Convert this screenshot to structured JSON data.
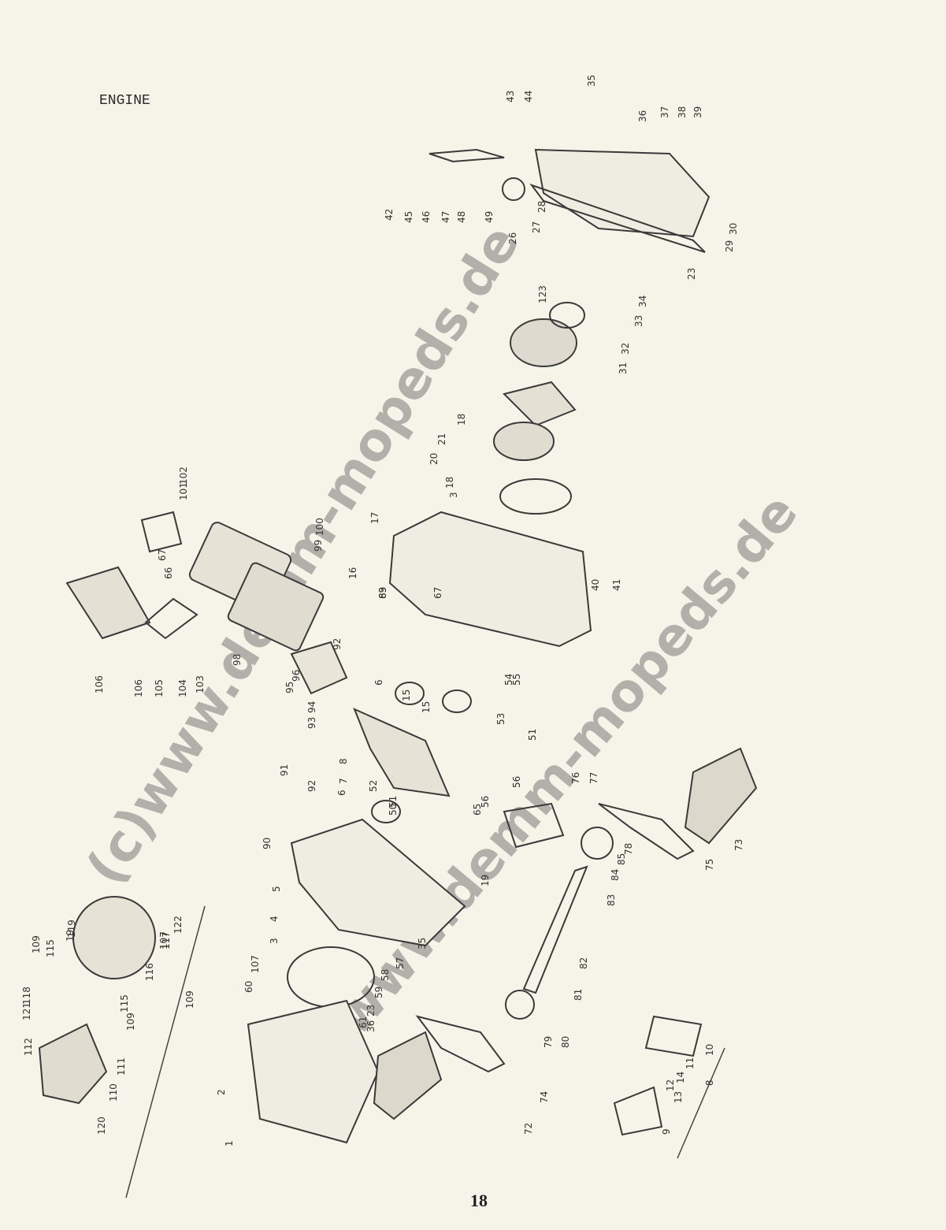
{
  "page": {
    "title": "ENGINE",
    "page_number": "18",
    "watermark": "(c)www.demm-mopeds.de"
  },
  "diagram": {
    "callouts": [
      "1",
      "2",
      "3",
      "3",
      "4",
      "5",
      "6",
      "6",
      "7",
      "8",
      "8",
      "9",
      "10",
      "11",
      "12",
      "13",
      "14",
      "15",
      "15",
      "16",
      "17",
      "18",
      "18",
      "19",
      "19",
      "20",
      "21",
      "23",
      "23",
      "26",
      "27",
      "28",
      "29",
      "30",
      "31",
      "32",
      "33",
      "34",
      "35",
      "35",
      "36",
      "36",
      "37",
      "38",
      "39",
      "40",
      "41",
      "42",
      "43",
      "44",
      "45",
      "46",
      "47",
      "48",
      "49",
      "50",
      "51",
      "51",
      "52",
      "53",
      "54",
      "55",
      "56",
      "56",
      "57",
      "58",
      "59",
      "60",
      "61",
      "63",
      "65",
      "66",
      "67",
      "67",
      "72",
      "73",
      "74",
      "75",
      "76",
      "77",
      "78",
      "79",
      "80",
      "81",
      "82",
      "83",
      "84",
      "85",
      "89",
      "90",
      "91",
      "92",
      "92",
      "93",
      "94",
      "95",
      "96",
      "98",
      "99",
      "100",
      "101",
      "102",
      "103",
      "104",
      "105",
      "106",
      "106",
      "107",
      "107",
      "109",
      "109",
      "109",
      "110",
      "111",
      "112",
      "115",
      "115",
      "116",
      "117",
      "118",
      "119",
      "120",
      "121",
      "122",
      "123"
    ]
  }
}
